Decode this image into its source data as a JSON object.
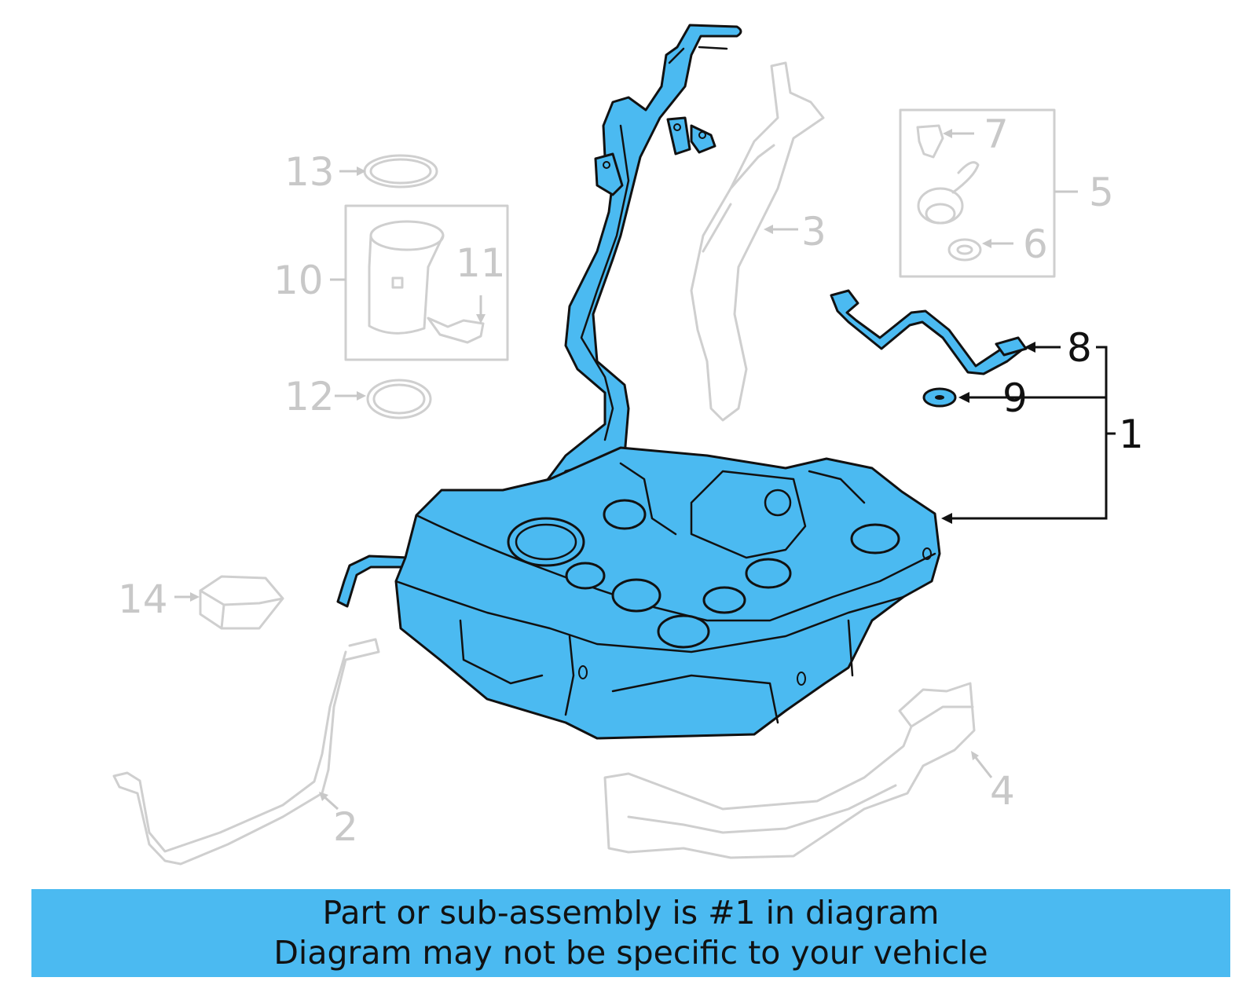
{
  "callouts": [
    {
      "num": "1",
      "state": "highlighted"
    },
    {
      "num": "2",
      "state": "ghost"
    },
    {
      "num": "3",
      "state": "ghost"
    },
    {
      "num": "4",
      "state": "ghost"
    },
    {
      "num": "5",
      "state": "ghost"
    },
    {
      "num": "6",
      "state": "ghost"
    },
    {
      "num": "7",
      "state": "ghost"
    },
    {
      "num": "8",
      "state": "callout"
    },
    {
      "num": "9",
      "state": "callout"
    },
    {
      "num": "10",
      "state": "ghost"
    },
    {
      "num": "11",
      "state": "ghost"
    },
    {
      "num": "12",
      "state": "ghost"
    },
    {
      "num": "13",
      "state": "ghost"
    },
    {
      "num": "14",
      "state": "ghost"
    }
  ],
  "banner": {
    "line1": "Part or sub-assembly is #1 in diagram",
    "line2": "Diagram may not be specific to your vehicle"
  },
  "colors": {
    "highlight": "#4bbaf1",
    "ghost": "#cfcfcf",
    "outline": "#111111"
  }
}
